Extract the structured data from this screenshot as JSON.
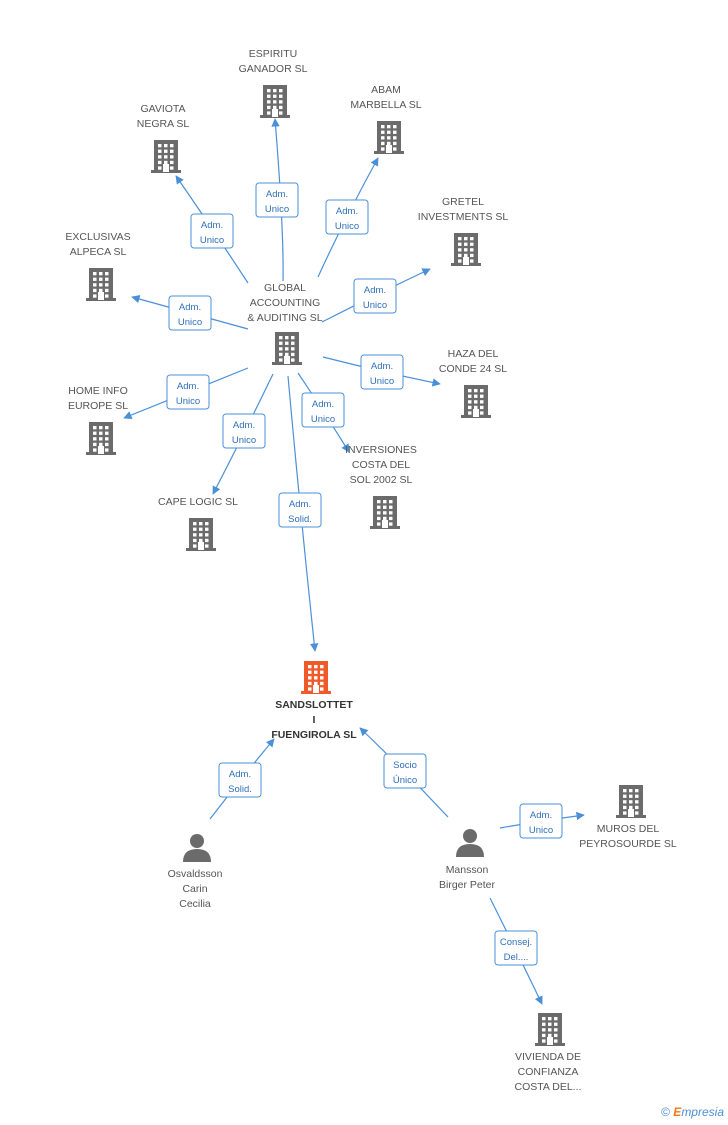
{
  "colors": {
    "edge": "#4a90d9",
    "company": "#6b6b6b",
    "focus": "#f05a28",
    "person": "#6b6b6b"
  },
  "nodes": [
    {
      "id": "global",
      "type": "company",
      "label": [
        "GLOBAL",
        "ACCOUNTING",
        "& AUDITING SL"
      ]
    },
    {
      "id": "espiritu",
      "type": "company",
      "label": [
        "ESPIRITU",
        "GANADOR SL"
      ]
    },
    {
      "id": "gaviota",
      "type": "company",
      "label": [
        "GAVIOTA",
        "NEGRA SL"
      ]
    },
    {
      "id": "abam",
      "type": "company",
      "label": [
        "ABAM",
        "MARBELLA SL"
      ]
    },
    {
      "id": "gretel",
      "type": "company",
      "label": [
        "GRETEL",
        "INVESTMENTS SL"
      ]
    },
    {
      "id": "exclusivas",
      "type": "company",
      "label": [
        "EXCLUSIVAS",
        "ALPECA SL"
      ]
    },
    {
      "id": "haza",
      "type": "company",
      "label": [
        "HAZA DEL",
        "CONDE 24 SL"
      ]
    },
    {
      "id": "homeinfo",
      "type": "company",
      "label": [
        "HOME INFO",
        "EUROPE SL"
      ]
    },
    {
      "id": "inversiones",
      "type": "company",
      "label": [
        "INVERSIONES",
        "COSTA DEL",
        "SOL 2002 SL"
      ]
    },
    {
      "id": "capelogic",
      "type": "company",
      "label": [
        "CAPE LOGIC SL"
      ]
    },
    {
      "id": "sandslottet",
      "type": "focus",
      "label": [
        "SANDSLOTTET",
        "I",
        "FUENGIROLA SL"
      ]
    },
    {
      "id": "osvaldsson",
      "type": "person",
      "label": [
        "Osvaldsson",
        "Carin",
        "Cecilia"
      ]
    },
    {
      "id": "mansson",
      "type": "person",
      "label": [
        "Mansson",
        "Birger Peter"
      ]
    },
    {
      "id": "muros",
      "type": "company",
      "label": [
        "MUROS DEL",
        "PEYROSOURDE SL"
      ]
    },
    {
      "id": "vivienda",
      "type": "company",
      "label": [
        "VIVIENDA DE",
        "CONFIANZA",
        "COSTA DEL..."
      ]
    }
  ],
  "edges": [
    {
      "from": "global",
      "to": "espiritu",
      "label": [
        "Adm.",
        "Unico"
      ]
    },
    {
      "from": "global",
      "to": "gaviota",
      "label": [
        "Adm.",
        "Unico"
      ]
    },
    {
      "from": "global",
      "to": "abam",
      "label": [
        "Adm.",
        "Unico"
      ]
    },
    {
      "from": "global",
      "to": "gretel",
      "label": [
        "Adm.",
        "Unico"
      ]
    },
    {
      "from": "global",
      "to": "exclusivas",
      "label": [
        "Adm.",
        "Unico"
      ]
    },
    {
      "from": "global",
      "to": "haza",
      "label": [
        "Adm.",
        "Unico"
      ]
    },
    {
      "from": "global",
      "to": "homeinfo",
      "label": [
        "Adm.",
        "Unico"
      ]
    },
    {
      "from": "global",
      "to": "inversiones",
      "label": [
        "Adm.",
        "Unico"
      ]
    },
    {
      "from": "global",
      "to": "capelogic",
      "label": [
        "Adm.",
        "Unico"
      ]
    },
    {
      "from": "global",
      "to": "sandslottet",
      "label": [
        "Adm.",
        "Solid."
      ]
    },
    {
      "from": "osvaldsson",
      "to": "sandslottet",
      "label": [
        "Adm.",
        "Solid."
      ]
    },
    {
      "from": "mansson",
      "to": "sandslottet",
      "label": [
        "Socio",
        "Único"
      ]
    },
    {
      "from": "mansson",
      "to": "muros",
      "label": [
        "Adm.",
        "Unico"
      ]
    },
    {
      "from": "mansson",
      "to": "vivienda",
      "label": [
        "Consej.",
        "Del...."
      ]
    }
  ],
  "footer": {
    "copyright": "©",
    "brand_initial": "E",
    "brand_rest": "mpresia"
  }
}
